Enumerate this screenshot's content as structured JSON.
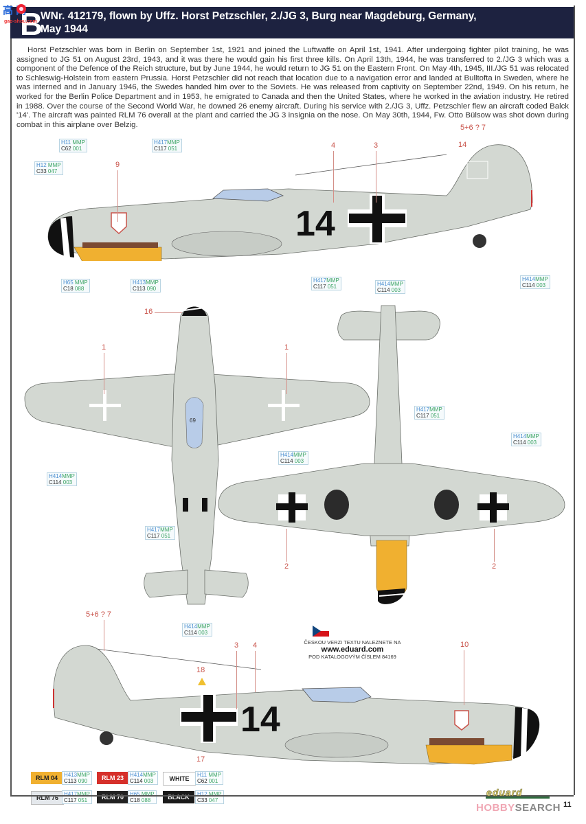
{
  "header": {
    "profile_letter": "B",
    "title_line1": "WNr. 412179, flown by Uffz. Horst Petzschler, 2./JG 3, Burg near Magdeburg, Germany,",
    "title_line2": "May 1944",
    "watermark_cn": "高 网",
    "watermark_url": "gao-shou.com"
  },
  "body_text": "Horst Petzschler was born in Berlin on September 1st, 1921 and joined the Luftwaffe on April 1st, 1941. After undergoing fighter pilot training, he was assigned to JG 51 on August 23rd, 1943, and it was there he would gain his first three kills. On April 13th, 1944, he was transferred to 2./JG 3 which was a component of the Defence of the Reich structure, but by June 1944, he would return to JG 51 on the Eastern Front. On May 4th, 1945, III./JG 51 was relocated to Schleswig-Holstein from eastern Prussia. Horst Petzschler did not reach that location due to a navigation error and landed at Bulltofta in Sweden, where he was interned and in January 1946, the Swedes handed him over to the Soviets. He was released from captivity on September 22nd, 1949. On his return, he worked for the Berlin Police Department and in 1953, he emigrated to Canada and then the United States, where he worked in the aviation industry. He retired in 1988. Over the course of the Second World War, he downed 26 enemy aircraft. During his service with 2./JG 3, Uffz. Petzschler flew an aircraft coded Balck '14'. The aircraft was painted RLM 76 overall at the plant and carried the JG 3 insignia on the nose. On May 30th, 1944, Fw. Otto Bülsow was shot down during combat in this airplane over Belzig.",
  "aircraft_code": "14",
  "callouts": {
    "left_profile": [
      "9",
      "4",
      "3",
      "14",
      "5+6 ? 7"
    ],
    "top_view": [
      "16",
      "1",
      "1"
    ],
    "bottom_view": [
      "2",
      "2"
    ],
    "right_profile": [
      "5+6 ? 7",
      "3",
      "4",
      "18",
      "17",
      "10"
    ]
  },
  "paint_chips": {
    "h11": {
      "h": "H11",
      "m": "MMP",
      "c": "C62",
      "n": "001"
    },
    "h12": {
      "h": "H12",
      "m": "MMP",
      "c": "C33",
      "n": "047"
    },
    "h417": {
      "h": "H417",
      "m": "MMP",
      "c": "C117",
      "n": "051"
    },
    "h65": {
      "h": "H65",
      "m": "MMP",
      "c": "C18",
      "n": "088"
    },
    "h413": {
      "h": "H413",
      "m": "MMP",
      "c": "C113",
      "n": "090"
    },
    "h414": {
      "h": "H414",
      "m": "MMP",
      "c": "C114",
      "n": "003"
    }
  },
  "czech_note": {
    "line1": "ČESKOU VERZI TEXTU NALEZNETE NA",
    "line2": "www.eduard.com",
    "line3": "POD KATALOGOVÝM ČÍSLEM 84169"
  },
  "legend": [
    {
      "label": "RLM 04",
      "bg": "#f0b030",
      "fg": "#222",
      "h": "H413",
      "m": "MMP",
      "c": "C113",
      "n": "090"
    },
    {
      "label": "RLM 23",
      "bg": "#d6302b",
      "fg": "#fff",
      "h": "H414",
      "m": "MMP",
      "c": "C114",
      "n": "003"
    },
    {
      "label": "WHITE",
      "bg": "#ffffff",
      "fg": "#222",
      "h": "H11",
      "m": "MMP",
      "c": "C62",
      "n": "001"
    },
    {
      "label": "RLM 76",
      "bg": "#e4e8ec",
      "fg": "#222",
      "h": "H417",
      "m": "MMP",
      "c": "C117",
      "n": "051"
    },
    {
      "label": "RLM 70",
      "bg": "#222222",
      "fg": "#fff",
      "h": "H65",
      "m": "MMP",
      "c": "C18",
      "n": "088"
    },
    {
      "label": "BLACK",
      "bg": "#1a1a1a",
      "fg": "#fff",
      "h": "H12",
      "m": "MMP",
      "c": "C33",
      "n": "047"
    }
  ],
  "footer": {
    "brand": "eduard",
    "hobby": "HOBBY",
    "search": "SEARCH",
    "page_number": "11"
  },
  "colors": {
    "title_bar": "#1d2240",
    "rlm76": "#d3d8d2",
    "rlm04": "#f0b030",
    "callout": "#c9534a"
  }
}
